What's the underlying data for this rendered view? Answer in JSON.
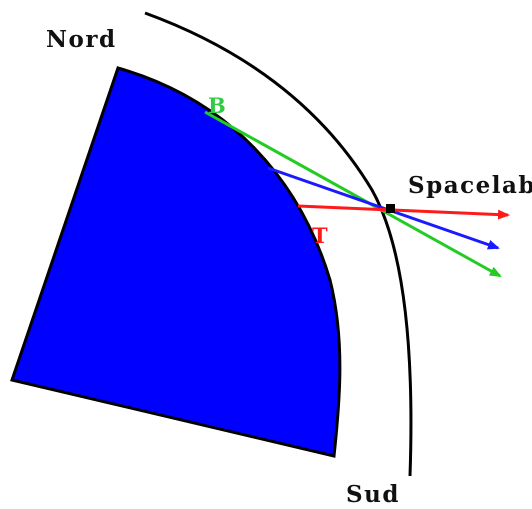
{
  "labels": {
    "north": "Nord",
    "south": "Sud",
    "spacecraft": "Spacelab",
    "point_b": "B",
    "point_t": "T"
  },
  "colors": {
    "earth": "#0000ff",
    "orbit": "#000000",
    "ray_b": "#22cc22",
    "ray_mid": "#1a1aff",
    "ray_t": "#ff1a1a",
    "label_dark": "#111111"
  }
}
